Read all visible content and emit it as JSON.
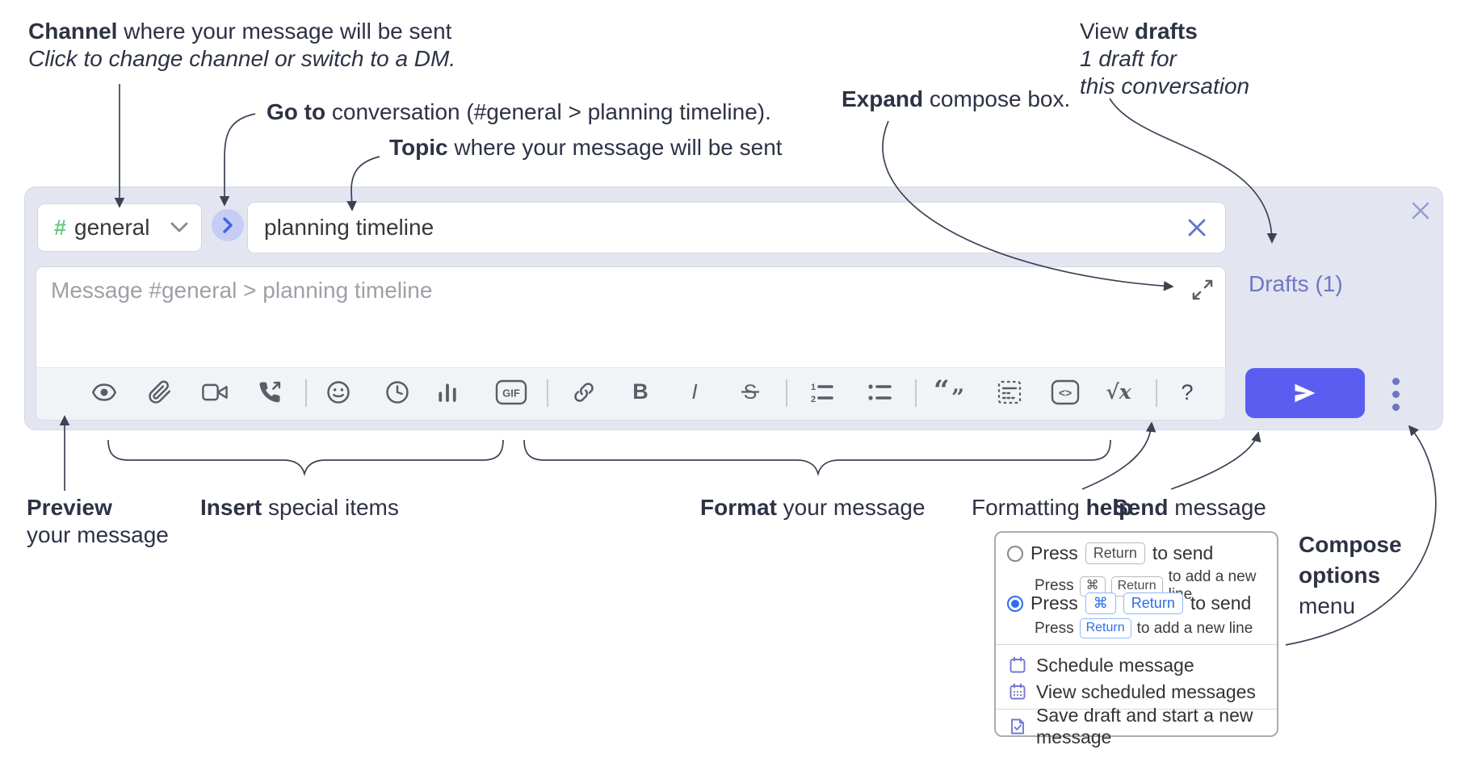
{
  "colors": {
    "compose_bg": "#e3e5f1",
    "accent_send": "#5b5df0",
    "drafts_link": "#6f77c3",
    "channel_hash_green": "#69c97f",
    "go_circle_bg": "#c6cdf4",
    "go_chevron_blue": "#3f63eb",
    "popup_blue": "#2d6ee8",
    "menu_icon_purple": "#7477d1",
    "annotation_text": "#2d3245",
    "toolbar_icon_gray": "#595d66"
  },
  "annotations": {
    "channel_label": {
      "bold": "Channel",
      "rest": " where your message will be sent"
    },
    "channel_sub": "Click to change channel or switch to a DM.",
    "goto_label": {
      "bold": "Go to",
      "rest": " conversation (#general > planning timeline)."
    },
    "topic_label": {
      "bold": "Topic",
      "rest": " where your message will be sent"
    },
    "expand_label": {
      "bold": "Expand",
      "rest": " compose box."
    },
    "drafts_label": {
      "pre": "View ",
      "bold": "drafts",
      "line2": "1 draft for",
      "line3": "this conversation"
    },
    "preview_label": {
      "bold": "Preview",
      "line2": "your message"
    },
    "insert_label": {
      "bold": "Insert",
      "rest": " special items"
    },
    "format_label": {
      "bold": "Format",
      "rest": " your message"
    },
    "help_label": {
      "pre": "Formatting ",
      "bold": "help"
    },
    "send_label": {
      "bold": "Send",
      "rest": " message"
    },
    "compose_options_label": {
      "line1": "Compose",
      "line2": "options",
      "line3": "menu"
    }
  },
  "compose": {
    "channel": {
      "hash": "#",
      "name": "general"
    },
    "topic_value": "planning timeline",
    "message_placeholder": "Message #general > planning timeline",
    "drafts_link": "Drafts (1)"
  },
  "toolbar": {
    "gif": "GIF",
    "bold": "B",
    "italic": "I",
    "strike": "S",
    "code": "<>",
    "math": "√x",
    "help": "?",
    "ol1": "1",
    "ol2": "2",
    "quote_open": "“",
    "quote_close": "”",
    "icon_names": [
      "preview-eye",
      "attach-paperclip",
      "video-camera",
      "voice-call",
      "emoji-smiley",
      "time-clock",
      "poll-bar-chart",
      "gif",
      "link",
      "bold",
      "italic",
      "strikethrough",
      "numbered-list",
      "bulleted-list",
      "quote",
      "spoiler",
      "code",
      "math",
      "help"
    ]
  },
  "popup": {
    "option1": {
      "press": "Press",
      "kbd": "Return",
      "after": "to send",
      "sub_press": "Press",
      "sub_kbd1": "⌘",
      "sub_kbd2": "Return",
      "sub_after": "to add a new line"
    },
    "option2": {
      "press": "Press",
      "kbd1": "⌘",
      "kbd2": "Return",
      "after": "to send",
      "sub_press": "Press",
      "sub_kbd": "Return",
      "sub_after": "to add a new line"
    },
    "items": [
      {
        "label": "Schedule message"
      },
      {
        "label": "View scheduled messages"
      },
      {
        "label": "Save draft and start a new message"
      }
    ]
  }
}
